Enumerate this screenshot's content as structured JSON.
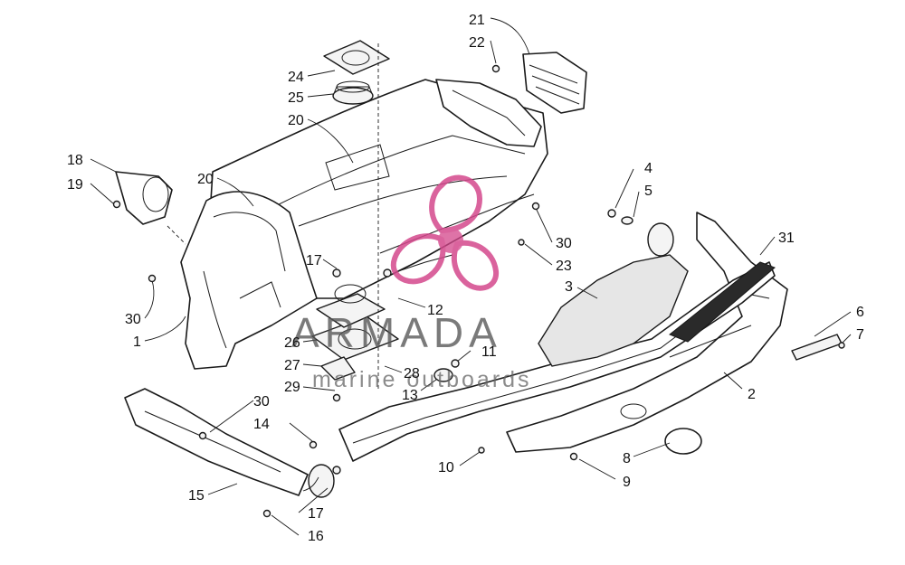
{
  "callouts": {
    "c1": "1",
    "c2": "2",
    "c3": "3",
    "c4": "4",
    "c5": "5",
    "c6": "6",
    "c7": "7",
    "c8": "8",
    "c9": "9",
    "c10": "10",
    "c11": "11",
    "c12": "12",
    "c13": "13",
    "c14": "14",
    "c15": "15",
    "c16": "16",
    "c17a": "17",
    "c17b": "17",
    "c18": "18",
    "c19": "19",
    "c20a": "20",
    "c20b": "20",
    "c21": "21",
    "c22": "22",
    "c23": "23",
    "c24": "24",
    "c25": "25",
    "c26": "26",
    "c27": "27",
    "c28": "28",
    "c29": "29",
    "c30a": "30",
    "c30b": "30",
    "c30c": "30",
    "c31": "31"
  },
  "watermark": {
    "brand": "ARMADA",
    "tagline": "marine outboards",
    "accent_color": "#d4488c"
  }
}
